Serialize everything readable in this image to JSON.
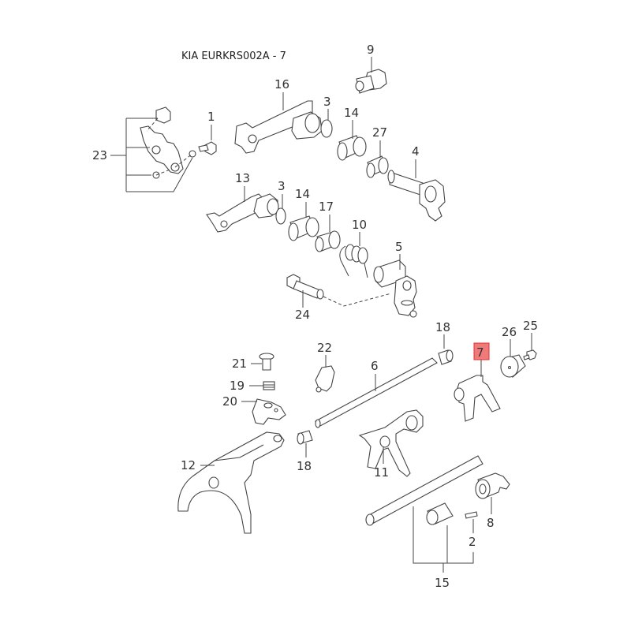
{
  "title": "KIA EURKRS002A - 7",
  "highlight_color": "#f07a7a",
  "highlighted_part": "7",
  "callouts": {
    "c1": "1",
    "c2": "2",
    "c3a": "3",
    "c3b": "3",
    "c4": "4",
    "c5": "5",
    "c6": "6",
    "c7": "7",
    "c8": "8",
    "c9": "9",
    "c10": "10",
    "c11": "11",
    "c12": "12",
    "c13": "13",
    "c14a": "14",
    "c14b": "14",
    "c15": "15",
    "c16": "16",
    "c17": "17",
    "c18a": "18",
    "c18b": "18",
    "c19": "19",
    "c20": "20",
    "c21": "21",
    "c22": "22",
    "c23": "23",
    "c24": "24",
    "c25": "25",
    "c26": "26",
    "c27": "27"
  }
}
